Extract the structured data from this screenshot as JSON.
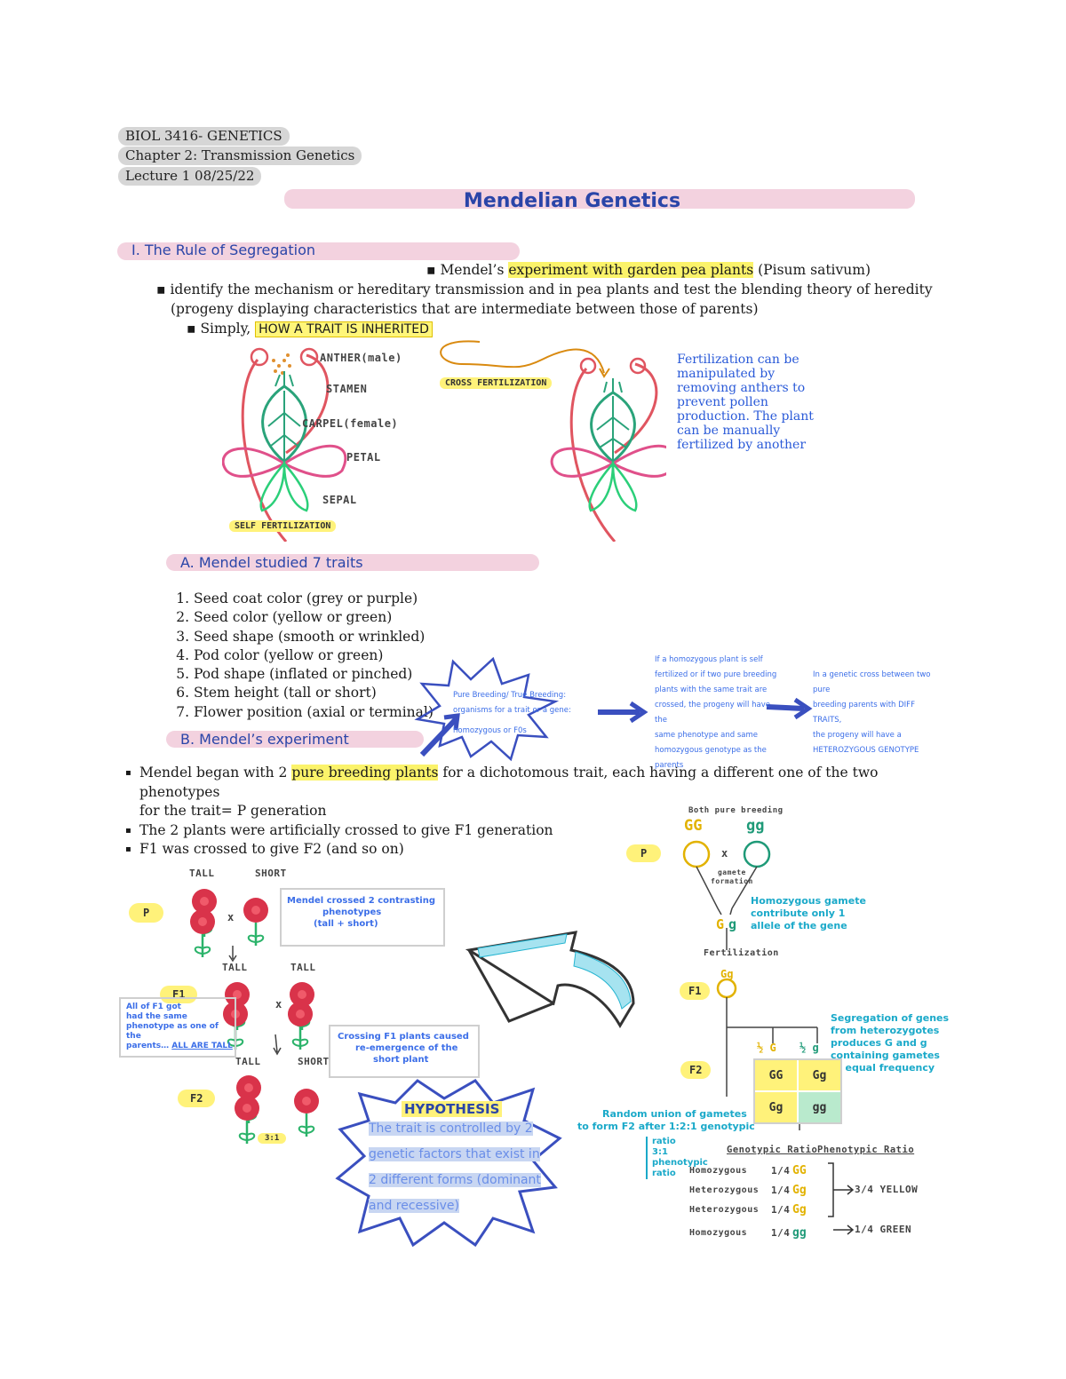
{
  "header": {
    "course": "BIOL 3416- GENETICS",
    "chapter": "Chapter 2: Transmission Genetics",
    "lecture": "Lecture 1 08/25/22"
  },
  "title": "Mendelian Genetics",
  "section1": {
    "heading": "I. The Rule of Segregation",
    "bullet1_pre": "Mendel’s ",
    "bullet1_hl": "experiment with garden pea plants",
    "bullet1_post": " (Pisum  sativum)",
    "bullet2": "identify the mechanism or hereditary transmission and in pea plants and test the blending theory of heredity",
    "bullet2b": "(progeny displaying characteristics that are intermediate between those of parents)",
    "bullet3_pre": "Simply, ",
    "bullet3_hl": "HOW A TRAIT IS INHERITED"
  },
  "flower": {
    "labels": [
      "ANTHER(male)",
      "STAMEN",
      "CARPEL(female)",
      "PETAL",
      "SEPAL"
    ],
    "self": "SELF FERTILIZATION",
    "cross": "CROSS FERTILIZATION",
    "note": "Fertilization can be manipulated by removing anthers to prevent pollen production. The plant can be manually fertilized by another"
  },
  "sectionA": {
    "heading": "A. Mendel studied 7 traits",
    "traits": [
      "Seed coat color (grey or purple)",
      "Seed color (yellow or green)",
      "Seed shape (smooth or wrinkled)",
      "Pod color (yellow or green)",
      "Pod shape (inflated or pinched)",
      "Stem height (tall or short)",
      "Flower position (axial or terminal)"
    ],
    "burst_text": [
      "Pure Breeding/ True Breeding:",
      "organisms for a trait or a gene:",
      "homozygous or F0s"
    ],
    "note1": [
      "If a homozygous plant is self",
      "fertilized or if two pure breeding",
      "plants with the same trait are",
      "crossed, the progeny will have the",
      "same phenotype and same",
      "homozygous genotype as the",
      "parents"
    ],
    "note2": [
      "In a genetic cross between two pure",
      "breeding parents with DIFF TRAITS,",
      "the progeny will have a",
      "HETEROZYGOUS GENOTYPE"
    ]
  },
  "sectionB": {
    "heading": "B. Mendel’s experiment",
    "bullet1_pre": "Mendel began with 2 ",
    "bullet1_hl": "pure breeding plants",
    "bullet1_post": " for a dichotomous trait, each having a different one of the two phenotypes",
    "bullet1b": "for the trait= P generation",
    "bullet2": "The 2 plants were artificially crossed to give F1 generation",
    "bullet3": "F1 was crossed to give F2 (and so on)"
  },
  "left_diagram": {
    "tall": "TALL",
    "short": "SHORT",
    "p": "P",
    "f1": "F1",
    "f2": "F2",
    "x": "x",
    "box1": [
      "Mendel crossed 2 contrasting",
      "phenotypes",
      "(tall + short)"
    ],
    "box2_pre": [
      "All of F1 got",
      "had the same",
      "phenotype as one of the",
      "parents… "
    ],
    "box2_ul": "ALL ARE TALL",
    "box3": [
      "Crossing F1 plants caused",
      "re-emergence of the",
      "short plant"
    ],
    "ratio": "3:1",
    "hypothesis_title": "HYPOTHESIS",
    "hypothesis_lines": [
      "The trait is controlled by 2",
      "genetic factors that exist in",
      "2 different forms (dominant",
      "and recessive)"
    ]
  },
  "right_diagram": {
    "both_pure": "Both pure breeding",
    "gp1": "GG",
    "gp2": "gg",
    "p": "P",
    "x": "x",
    "gamete": [
      "gamete",
      "formation"
    ],
    "hom_note": [
      "Homozygous gamete",
      "contribute only 1",
      "allele of the gene"
    ],
    "g1": "G",
    "g2": "g",
    "fertilization": "Fertilization",
    "f1_geno": "Gg",
    "f1": "F1",
    "seg_note": [
      "Segregation of genes",
      "from heterozygotes",
      "produces G and g",
      "containing gametes",
      "at equal frequency"
    ],
    "f2": "F2",
    "half1": "½ G",
    "half2": "½ g",
    "punnett": [
      "GG",
      "Gg",
      "Gg",
      "gg"
    ],
    "random_note": [
      "Random union of gametes",
      "to form F2 after 1:2:1 genotypic"
    ],
    "ratio_side": [
      "ratio",
      "3:1",
      "phenotypic",
      "ratio"
    ],
    "col1": "Genotypic Ratio",
    "col2": "Phenotypic Ratio",
    "rows": [
      {
        "name": "Homozygous",
        "frac": "1/4",
        "geno": "GG"
      },
      {
        "name": "Heterozygous",
        "frac": "1/4",
        "geno": "Gg"
      },
      {
        "name": "Heterozygous",
        "frac": "1/4",
        "geno": "Gg"
      },
      {
        "name": "Homozygous",
        "frac": "1/4",
        "geno": "gg"
      }
    ],
    "yellow": "3/4 YELLOW",
    "green": "1/4 GREEN"
  },
  "colors": {
    "blue_heading": "#2a45a8",
    "pink_banner": "#f3d2df",
    "yellow_hl": "#fbf36a",
    "cyan": "#1aa9c9",
    "gold": "#e2b200",
    "green_geno": "#1f9a78",
    "flower_red": "#d9334a"
  }
}
